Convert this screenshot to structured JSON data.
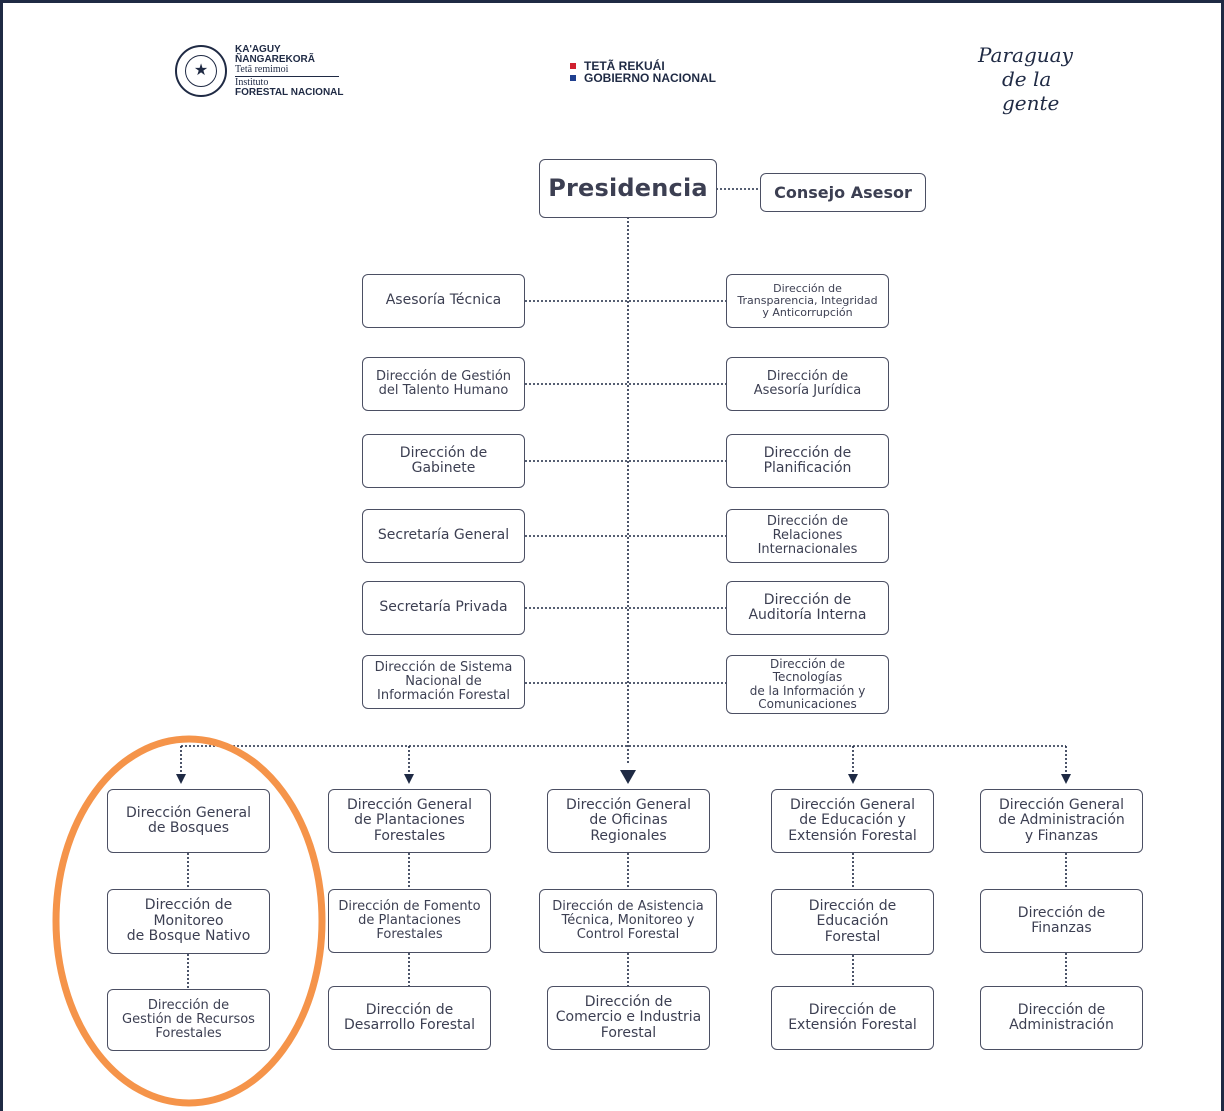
{
  "header": {
    "infona_logo": {
      "line1": "KA'AGUY",
      "line2": "ÑANGAREKORÃ",
      "line3": "Tetã remimoi",
      "line4": "Instituto",
      "line5": "FORESTAL NACIONAL"
    },
    "gobierno_logo": {
      "line1": "TETÃ REKUÁI",
      "line2": "GOBIERNO NACIONAL",
      "colors": [
        "#d0202f",
        "#1f3f8f"
      ]
    },
    "paraguay_logo": {
      "line1": "Paraguay",
      "line2": "de la gente"
    }
  },
  "chart": {
    "presidencia": "Presidencia",
    "consejo": "Consejo Asesor",
    "left_staff": [
      "Asesoría Técnica",
      "Dirección de Gestión\ndel Talento Humano",
      "Dirección de\nGabinete",
      "Secretaría General",
      "Secretaría Privada",
      "Dirección de Sistema\nNacional de\nInformación Forestal"
    ],
    "right_staff": [
      "Dirección de\nTransparencia, Integridad\ny Anticorrupción",
      "Dirección de\nAsesoría Jurídica",
      "Dirección de\nPlanificación",
      "Dirección de\nRelaciones\nInternacionales",
      "Dirección de\nAuditoría Interna",
      "Dirección de\nTecnologías\nde la Información y\nComunicaciones"
    ],
    "columns": [
      {
        "general": "Dirección General\nde Bosques",
        "dir1": "Dirección de\nMonitoreo\nde Bosque Nativo",
        "dir2": "Dirección de\nGestión de Recursos\nForestales",
        "highlighted": true
      },
      {
        "general": "Dirección General\nde Plantaciones\nForestales",
        "dir1": "Dirección de Fomento\nde Plantaciones\nForestales",
        "dir2": "Dirección de\nDesarrollo Forestal",
        "highlighted": false
      },
      {
        "general": "Dirección General\nde Oficinas\nRegionales",
        "dir1": "Dirección de Asistencia\nTécnica, Monitoreo y\nControl Forestal",
        "dir2": "Dirección de\nComercio e Industria\nForestal",
        "highlighted": false
      },
      {
        "general": "Dirección General\nde Educación y\nExtensión Forestal",
        "dir1": "Dirección de\nEducación\nForestal",
        "dir2": "Dirección de\nExtensión Forestal",
        "highlighted": false
      },
      {
        "general": "Dirección General\nde Administración\ny Finanzas",
        "dir1": "Dirección de\nFinanzas",
        "dir2": "Dirección de\nAdministración",
        "highlighted": false
      }
    ],
    "colors": {
      "border": "#4b4f63",
      "connector": "#1f2a44",
      "highlight": "#f5944a",
      "frame": "#1f2a44"
    }
  }
}
